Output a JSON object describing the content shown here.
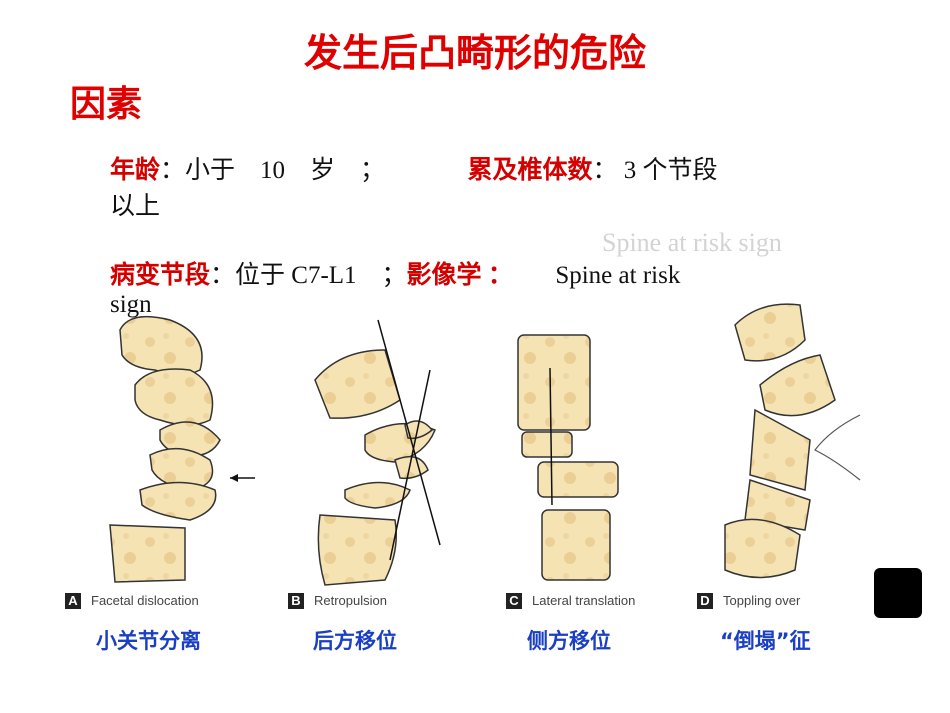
{
  "title": "发生后凸畸形的危险",
  "subtitle": "因素",
  "risk_items": {
    "age_label": "年龄",
    "age_text": "：小于　10　岁　；",
    "levels_label": "累及椎体数",
    "levels_text": "：  3  个节段",
    "levels_text2": "以上",
    "site_label": "病变节段",
    "site_text": "：位于 C7-L1　；",
    "imaging_label": "影像学",
    "imaging_sep": "：",
    "imaging_text": "Spine at risk",
    "imaging_text2": "sign"
  },
  "faint_heading": "Spine at risk sign",
  "figures": [
    {
      "letter": "A",
      "label": "Facetal dislocation",
      "caption": "小关节分离"
    },
    {
      "letter": "B",
      "label": "Retropulsion",
      "caption": "后方移位"
    },
    {
      "letter": "C",
      "label": "Lateral translation",
      "caption": "侧方移位"
    },
    {
      "letter": "D",
      "label": "Toppling over",
      "caption": "“倒塌”征"
    }
  ],
  "colors": {
    "title": "#e00000",
    "caption": "#1a3fc4",
    "bone_fill": "#f6e3b4",
    "bone_stroke": "#333333"
  }
}
